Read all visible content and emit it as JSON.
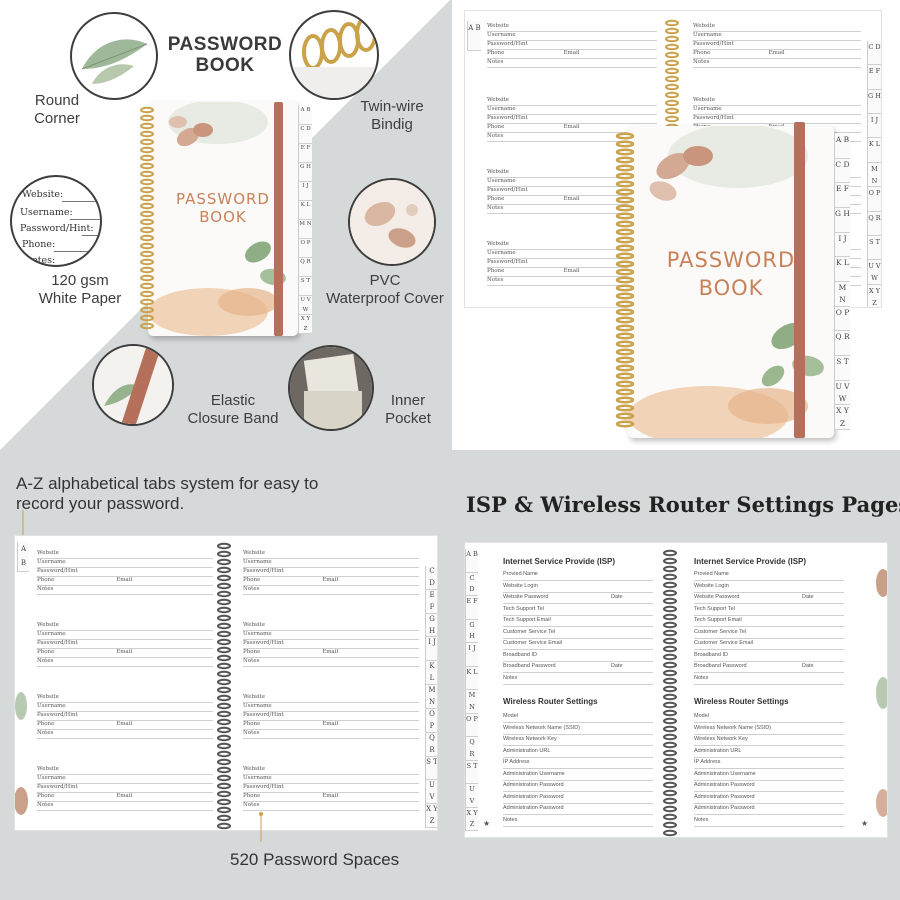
{
  "q1": {
    "title_line1": "PASSWORD",
    "title_line2": "BOOK",
    "features": {
      "round_corner_l1": "Round",
      "round_corner_l2": "Corner",
      "twin_wire_l1": "Twin-wire",
      "twin_wire_l2": "Bindig",
      "paper_l1": "120 gsm",
      "paper_l2": "White Paper",
      "pvc_l1": "PVC",
      "pvc_l2": "Waterproof Cover",
      "band_l1": "Elastic",
      "band_l2": "Closure Band",
      "pocket_l1": "Inner",
      "pocket_l2": "Pocket"
    },
    "zoom_fields": [
      "Website:",
      "Username:",
      "Password/Hint:",
      "Phone:",
      "otes:"
    ],
    "cover_title_l1": "PASSWORD",
    "cover_title_l2": "BOOK"
  },
  "q2": {
    "cover_title_l1": "PASSWORD",
    "cover_title_l2": "BOOK"
  },
  "form_labels": {
    "website": "Website",
    "username": "Username",
    "password": "Password/Hint",
    "phone": "Phone",
    "email": "Email",
    "notes": "Notes"
  },
  "tabs": [
    "A B",
    "C D",
    "E F",
    "G H",
    "I J",
    "K L",
    "M N",
    "O P",
    "Q R",
    "S T",
    "U V W",
    "X Y Z"
  ],
  "q3": {
    "caption_l1": "A-Z alphabetical tabs system for easy to",
    "caption_l2": "record your password.",
    "footer": "520 Password Spaces"
  },
  "q4": {
    "heading": "ISP & Wireless Router Settings Pages",
    "isp_title": "Internet Service Provide (ISP)",
    "isp_fields": [
      "Provied Name",
      "Website Login",
      "Website Password",
      "Tech Support Tel",
      "Tech Support Email",
      "Customer Service Tel",
      "Customer Service Email",
      "Broadband ID",
      "Broadband Password",
      "Notes"
    ],
    "date_label": "Date",
    "router_title": "Wireless Router Settings",
    "router_fields": [
      "Model",
      "Wireless Network Name (SSID)",
      "Wireless Network Key",
      "Administration URL",
      "IP Address",
      "Administration Username",
      "Administration Password",
      "Administration Password",
      "Administration Password",
      "Notes"
    ]
  },
  "colors": {
    "accent_text": "#c8825a",
    "band": "#b5705b",
    "gold_spiral": "#c9a24a",
    "gray_bg": "#d6d9da"
  }
}
